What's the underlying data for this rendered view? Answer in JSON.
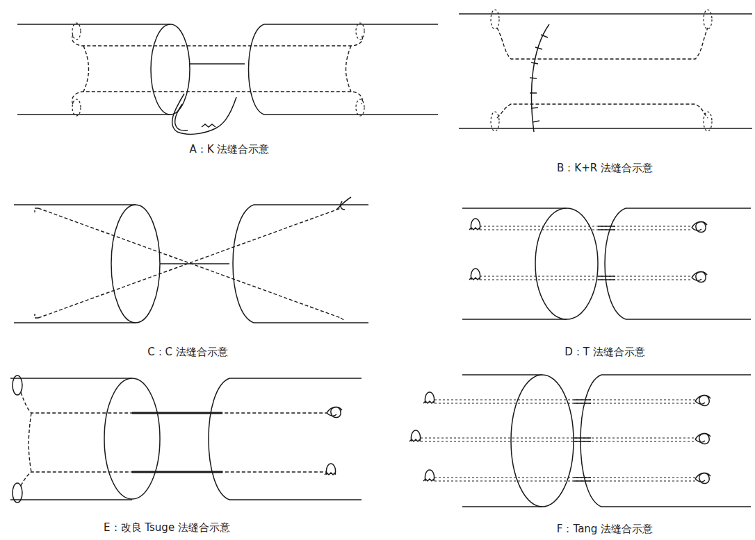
{
  "diagram": {
    "labels": [
      "A：K 法缝合示意",
      "B：K+R 法缝合示意",
      "C：C 法缝合示意",
      "D：T 法缝合示意",
      "E：改良 Tsuge 法缝合示意",
      "F：Tang 法缝合示意"
    ]
  }
}
